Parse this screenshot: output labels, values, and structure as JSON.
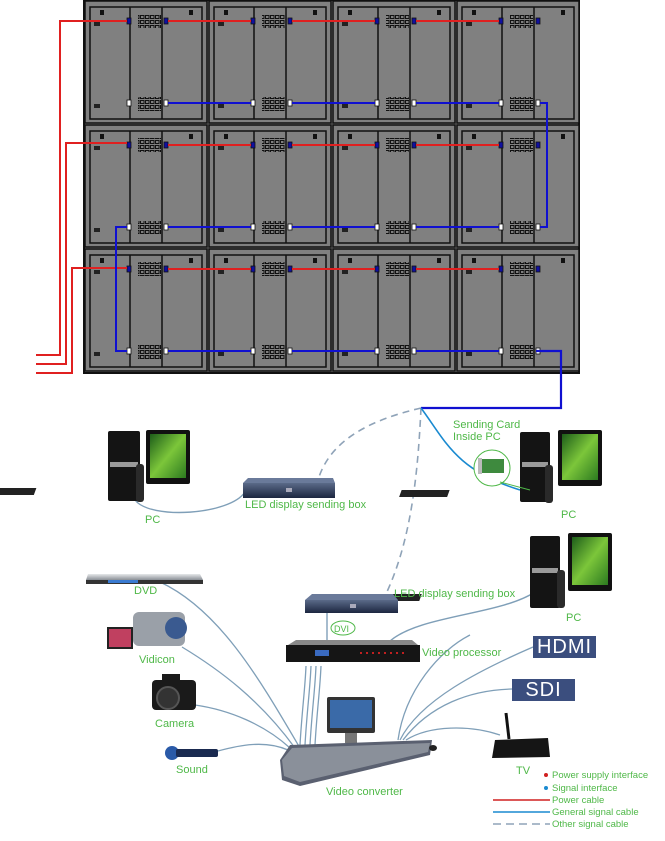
{
  "diagram": {
    "title": "LED display wiring and signal connection diagram",
    "display_wall": {
      "rows": 3,
      "columns": 4,
      "cabinet_color": "#808080",
      "power_cable_color": "#e02020",
      "signal_cable_color": "#1010d0"
    },
    "devices": {
      "pc_left": "PC",
      "sending_box_left": "LED display sending box",
      "sending_card_line1": "Sending Card",
      "sending_card_line2": "Inside PC",
      "pc_right_top": "PC",
      "pc_right_mid": "PC",
      "dvd": "DVD",
      "vidicon": "Vidicon",
      "camera": "Camera",
      "sound": "Sound",
      "sending_box_center": "LED display sending box",
      "dvi": "DVI",
      "video_processor": "Video processor",
      "hdmi": "HDMI",
      "sdi": "SDI",
      "tv": "TV",
      "video_converter": "Video converter"
    },
    "legend": {
      "items": [
        {
          "label": "Power supply interface",
          "type": "dot",
          "color": "#d02020"
        },
        {
          "label": "Signal interface",
          "type": "dot",
          "color": "#1a8ad0"
        },
        {
          "label": "Power cable",
          "type": "line",
          "color": "#d02020"
        },
        {
          "label": "General signal cable",
          "type": "line",
          "color": "#1a8ad0"
        },
        {
          "label": "Other signal cable",
          "type": "dashed",
          "color": "#8fa3b8"
        }
      ]
    },
    "colors": {
      "label_green": "#4fb848",
      "tag_blue": "#3b4e7e",
      "cable_gray_blue": "#7f9fb8"
    }
  }
}
